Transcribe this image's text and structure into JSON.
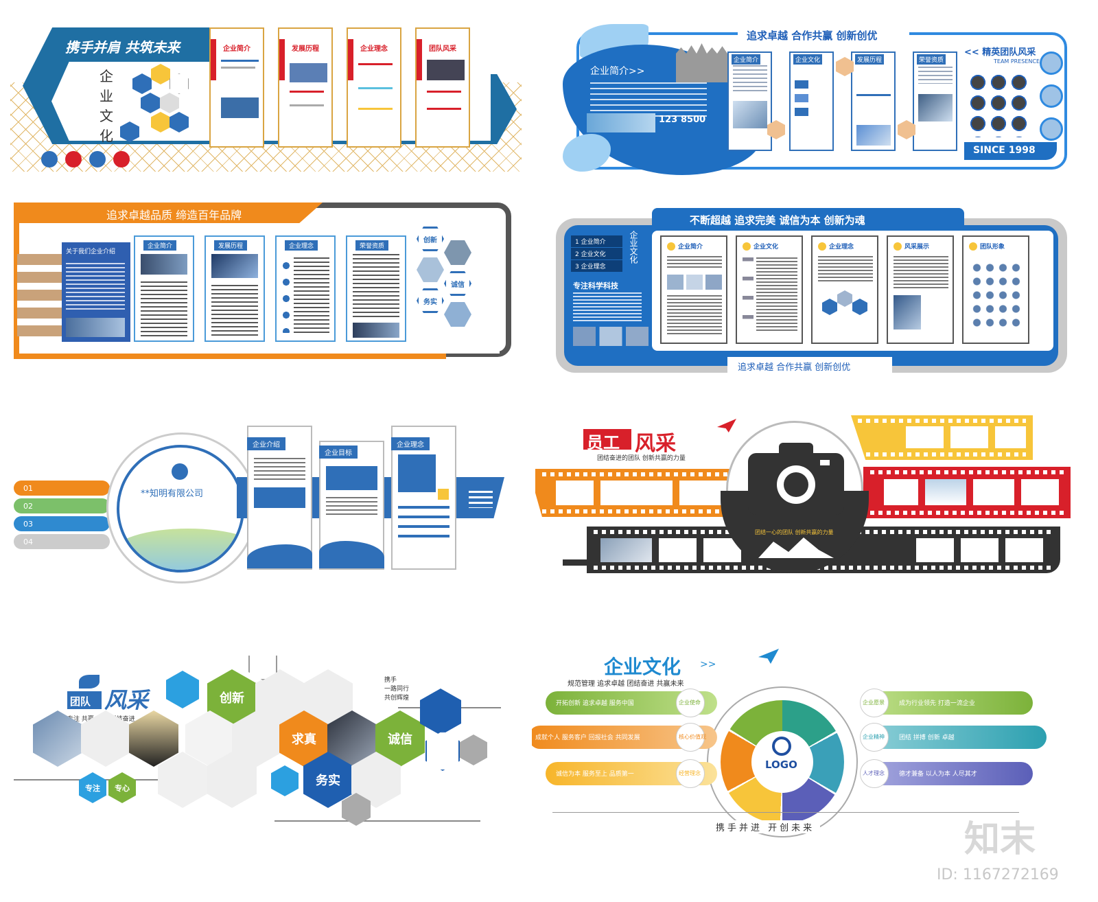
{
  "colors": {
    "blue": "#2f6fb8",
    "dark_blue": "#1f5f9a",
    "orange": "#f08a1c",
    "red": "#d8202a",
    "gold": "#d9a441",
    "yellow": "#f7c53a",
    "green": "#7cb23a",
    "gray": "#555555"
  },
  "panel1": {
    "slogan": "携手并肩 共筑未来",
    "vertical_chars": [
      "企",
      "业",
      "文",
      "化"
    ],
    "doc_titles": [
      "企业简介",
      "发展历程",
      "企业理念",
      "团队风采"
    ]
  },
  "panel2": {
    "top_slogan": "追求卓越 合作共赢 创新创优",
    "intro_title": "企业简介>>",
    "stat1": "123",
    "stat2": "8500",
    "team_title": "<< 精英团队风采",
    "team_subtitle": "TEAM PRESENCE",
    "since": "SINCE 1998",
    "doc_titles": [
      "企业简介",
      "企业文化",
      "发展历程",
      "荣誉资质"
    ]
  },
  "panel3": {
    "slogan": "追求卓越品质  缔造百年品牌",
    "intro_title": "关于我们企业介绍",
    "doc_titles": [
      "企业简介",
      "发展历程",
      "企业理念",
      "荣誉资质"
    ],
    "hex_labels": [
      "创新",
      "诚信",
      "务实"
    ]
  },
  "panel4": {
    "slogan": "不断超越  追求完美      诚信为本  创新为魂",
    "vertical_title": "企业文化",
    "list_items": [
      "1 企业简介",
      "2 企业文化",
      "3 企业理念"
    ],
    "focus_text": "专注科学科技",
    "doc_titles": [
      "企业简介",
      "企业文化",
      "企业理念",
      "风采展示",
      "团队形象"
    ],
    "bottom_slogan": "追求卓越 合作共赢 创新创优"
  },
  "panel5": {
    "company_name": "**知明有限公司",
    "steps": [
      "01",
      "02",
      "03",
      "04"
    ],
    "doc_titles": [
      "企业介绍",
      "企业目标",
      "企业理念"
    ]
  },
  "panel6": {
    "title_a": "员工",
    "title_b": "风采",
    "subtitle": "团结奋进的团队 创新共赢的力量",
    "lens_text": "团结一心的团队 创新共赢的力量"
  },
  "panel7": {
    "title_a": "团队",
    "title_b": "风采",
    "subtitle": "专注 共赢 创新 团结奋进",
    "side_text": [
      "携手",
      "一路同行",
      "共创辉煌"
    ],
    "hex_words": [
      "创新",
      "求真",
      "诚信",
      "务实"
    ],
    "bottom_words": [
      "专注",
      "专心"
    ]
  },
  "panel8": {
    "title": "企业文化",
    "arrows": ">>",
    "subtitle": "规范管理 追求卓越 团结奋进 共赢未来",
    "logo": "LOGO",
    "left_items": [
      {
        "tag": "企业使命",
        "text": "开拓创新 追求卓越 服务中国"
      },
      {
        "tag": "核心价值观",
        "text": "成就个人 服务客户 回报社会 共同发展"
      },
      {
        "tag": "经营理念",
        "text": "诚信为本 服务至上 品质第一"
      }
    ],
    "right_items": [
      {
        "tag": "企业愿景",
        "text": "成为行业领先 打造一流企业"
      },
      {
        "tag": "企业精神",
        "text": "团结 拼搏 创新 卓越"
      },
      {
        "tag": "人才理念",
        "text": "德才兼备 以人为本 人尽其才"
      }
    ],
    "bottom_slogan": "携手并进   开创未来"
  },
  "watermark": {
    "brand": "知末",
    "id_text": "ID: 1167272169"
  }
}
